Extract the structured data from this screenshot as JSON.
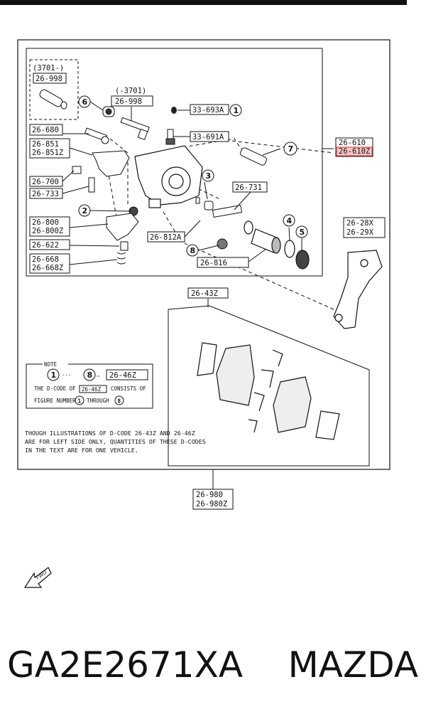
{
  "labels": {
    "l3701a": "(3701-)",
    "l3701b": "(-3701)",
    "l26998a": "26-998",
    "l26998b": "26-998",
    "l33693a": "33-693A",
    "l33691a": "33-691A",
    "l26680": "26-680",
    "l26851": "26-851",
    "l26851z": "26-851Z",
    "l26700": "26-700",
    "l26733": "26-733",
    "l26800": "26-800",
    "l26800z": "26-800Z",
    "l26622": "26-622",
    "l26668": "26-668",
    "l26668z": "26-668Z",
    "l26812a": "26-812A",
    "l26731": "26-731",
    "l26816": "26-816",
    "l26610": "26-610",
    "l26610z": "26-610Z",
    "l2628x": "26-28X",
    "l2629x": "26-29X",
    "l2643z": "26-43Z",
    "l26980": "26-980",
    "l26980z": "26-980Z"
  },
  "circles": {
    "c1": "1",
    "c2": "2",
    "c3": "3",
    "c4": "4",
    "c5": "5",
    "c6": "6",
    "c7": "7",
    "c8": "8"
  },
  "note": {
    "title": "NOTE",
    "c1": "1",
    "c8": "8",
    "dots": "···",
    "arrow": "⇨",
    "code": "26-46Z",
    "line2a": "THE D-CODE OF",
    "line2code": "26-46Z",
    "line2b": "CONSISTS OF",
    "line3a": "FIGURE NUMBERS",
    "line3b": "THROUGH",
    "line3c1": "1",
    "line3c8": "8"
  },
  "disclaimer": {
    "line1": "THOUGH ILLUSTRATIONS OF D-CODE 26-43Z AND 26-46Z",
    "line2": "ARE FOR LEFT SIDE ONLY, QUANTITIES OF THESE D-CODES",
    "line3": "IN THE TEXT ARE FOR ONE VEHICLE."
  },
  "fwd": "FWD",
  "part_number": "GA2E2671XA    MAZDA",
  "colors": {
    "highlight": "#d9534f",
    "highlight_fill": "#f6c6c6",
    "ink": "#111111"
  }
}
